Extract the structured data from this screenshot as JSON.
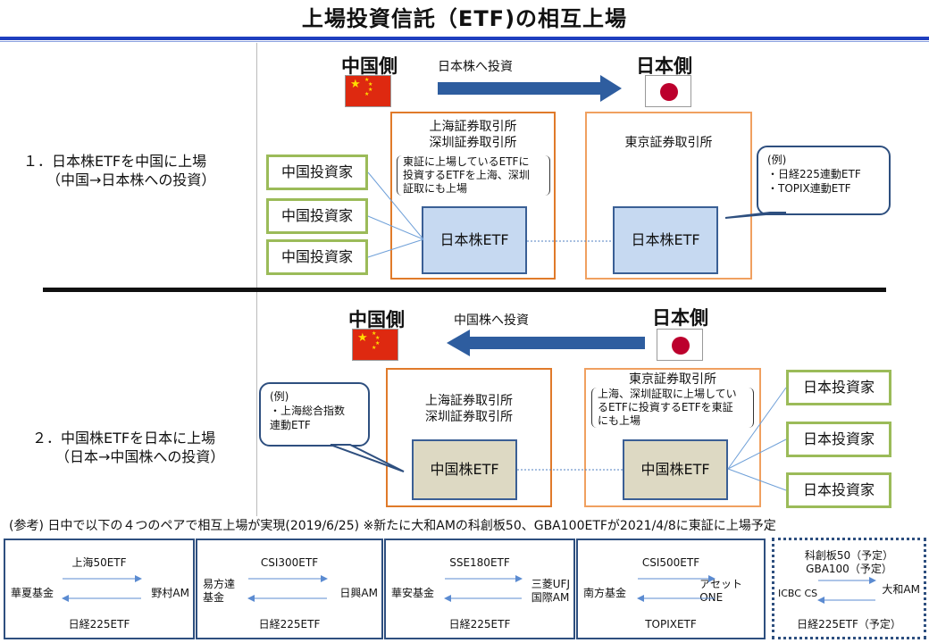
{
  "title": "上場投資信託（ETF)の相互上場",
  "section1": {
    "label_line1": "１．日本株ETFを中国に上場",
    "label_line2": "（中国→日本株への投資）",
    "left_side_title": "中国側",
    "right_side_title": "日本側",
    "arrow_label": "日本株へ投資",
    "left_exchange_line1": "上海証券取引所",
    "left_exchange_line2": "深圳証券取引所",
    "left_note_line1": "東証に上場しているETFに",
    "left_note_line2": "投資するETFを上海、深圳",
    "left_note_line3": "証取にも上場",
    "left_etf": "日本株ETF",
    "right_exchange": "東京証券取引所",
    "right_etf": "日本株ETF",
    "investors": [
      "中国投資家",
      "中国投資家",
      "中国投資家"
    ],
    "callout_line1": "(例)",
    "callout_line2": "・日経225連動ETF",
    "callout_line3": "・TOPIX連動ETF"
  },
  "section2": {
    "label_line1": "２．中国株ETFを日本に上場",
    "label_line2": "（日本→中国株への投資）",
    "left_side_title": "中国側",
    "right_side_title": "日本側",
    "arrow_label": "中国株へ投資",
    "left_exchange_line1": "上海証券取引所",
    "left_exchange_line2": "深圳証券取引所",
    "left_etf": "中国株ETF",
    "right_exchange": "東京証券取引所",
    "right_note_line1": "上海、深圳証取に上場してい",
    "right_note_line2": "るETFに投資するETFを東証",
    "right_note_line3": "にも上場",
    "right_etf": "中国株ETF",
    "investors": [
      "日本投資家",
      "日本投資家",
      "日本投資家"
    ],
    "callout_line1": "(例)",
    "callout_line2": "・上海総合指数",
    "callout_line3": "連動ETF"
  },
  "reference": {
    "title": "(参考) 日中で以下の４つのペアで相互上場が実現(2019/6/25) ※新たに大和AMの科創板50、GBA100ETFが2021/4/8に東証に上場予定",
    "pairs": [
      {
        "top": "上海50ETF",
        "left_line1": "華夏基金",
        "left_line2": "",
        "right_line1": "野村AM",
        "right_line2": "",
        "bottom": "日経225ETF"
      },
      {
        "top": "CSI300ETF",
        "left_line1": "易方達",
        "left_line2": "基金",
        "right_line1": "日興AM",
        "right_line2": "",
        "bottom": "日経225ETF"
      },
      {
        "top": "SSE180ETF",
        "left_line1": "華安基金",
        "left_line2": "",
        "right_line1": "三菱UFJ",
        "right_line2": "国際AM",
        "bottom": "日経225ETF"
      },
      {
        "top": "CSI500ETF",
        "left_line1": "南方基金",
        "left_line2": "",
        "right_line1": "アセット",
        "right_line2": "ONE",
        "bottom": "TOPIXETF"
      },
      {
        "top_line1": "科創板50（予定）",
        "top_line2": "GBA100（予定）",
        "left_line1": "ICBC CS",
        "right_line1": "大和AM",
        "bottom": "日経225ETF（予定）"
      }
    ]
  },
  "colors": {
    "title_rule": "#1f3fbf",
    "exchange_border": "#e07a2a",
    "investor_border": "#9bbb59",
    "etf_fill_blue": "#c6d9f1",
    "etf_fill_tan": "#ddd9c3",
    "arrow": "#2e5d9f"
  }
}
